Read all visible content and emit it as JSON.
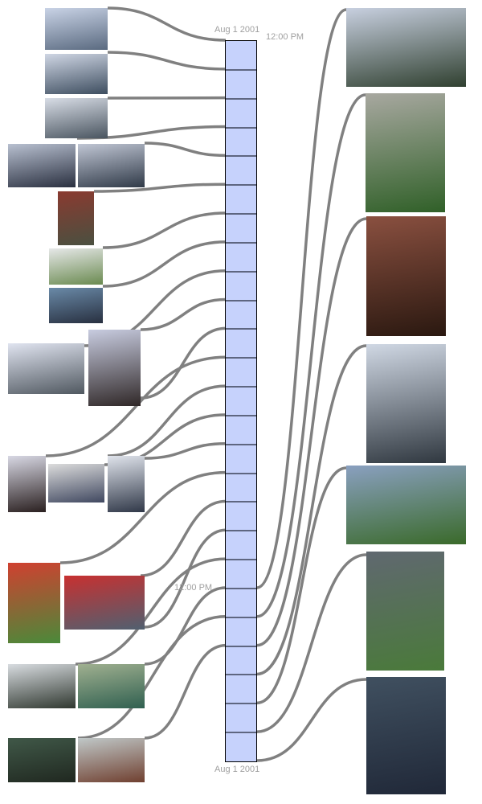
{
  "timeline": {
    "start_date": "Aug  1 2001",
    "start_time": "12:00 PM",
    "mid_time": "12:00 PM",
    "end_date": "Aug  1 2001",
    "segment_count": 25,
    "bar_color": "#c6d2fc",
    "link_color": "#808080"
  },
  "photos_left_count": 19,
  "photos_right_count": 7
}
